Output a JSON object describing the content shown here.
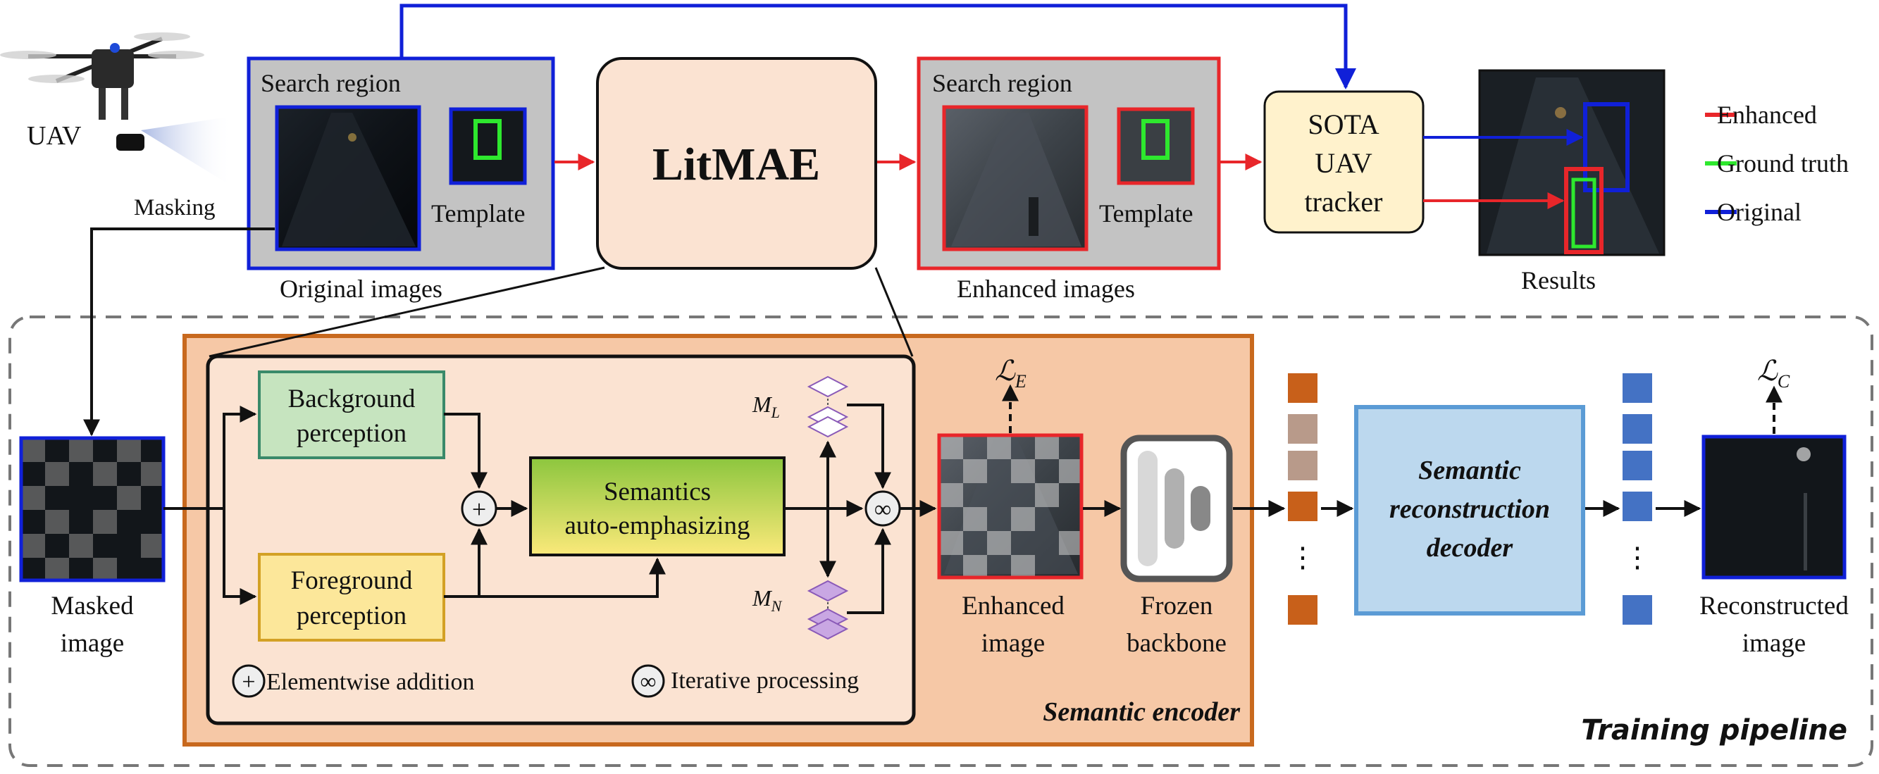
{
  "top": {
    "uav_label": "UAV",
    "masking_label": "Masking",
    "search_region_label": "Search region",
    "template_label": "Template",
    "original_caption": "Original images",
    "litmae_label": "LitMAE",
    "enhanced_search_label": "Search region",
    "enhanced_template_label": "Template",
    "enhanced_caption": "Enhanced images",
    "tracker_lines": [
      "SOTA",
      "UAV",
      "tracker"
    ],
    "results_caption": "Results",
    "legend": [
      {
        "label": "Enhanced",
        "color": "#e8262a"
      },
      {
        "label": "Ground truth",
        "color": "#2ee82e"
      },
      {
        "label": "Original",
        "color": "#1020d8"
      }
    ]
  },
  "pipeline": {
    "title": "Training pipeline",
    "masked_caption": [
      "Masked",
      "image"
    ],
    "background_lines": [
      "Background",
      "perception"
    ],
    "foreground_lines": [
      "Foreground",
      "perception"
    ],
    "plus_glyph": "+",
    "semantics_lines": [
      "Semantics",
      "auto-emphasizing"
    ],
    "infinity_glyph": "∞",
    "ml_symbol": "M",
    "ml_sub": "L",
    "mn_symbol": "M",
    "mn_sub": "N",
    "le_symbol": "ℒ",
    "le_sub": "E",
    "lc_symbol": "ℒ",
    "lc_sub": "C",
    "add_legend": "Elementwise addition",
    "iter_legend": "Iterative processing",
    "encoder_label": "Semantic encoder",
    "enhanced_caption": [
      "Enhanced",
      "image"
    ],
    "backbone_caption": [
      "Frozen",
      "backbone"
    ],
    "decoder_lines": [
      "Semantic",
      "reconstruction",
      "decoder"
    ],
    "reconstructed_caption": [
      "Reconstructed",
      "image"
    ],
    "dots": "⋮"
  },
  "colors": {
    "red": "#e8262a",
    "blue": "#1020d8",
    "green_box": "#2ee82e",
    "orange_border": "#c8691e",
    "encoder_fill": "#f6c8a6",
    "litmae_fill": "#fbe3d2",
    "tracker_fill": "#fff2cc",
    "decoder_fill": "#bcd8ee",
    "decoder_border": "#5b9bd5",
    "token_orange": "#c8601a",
    "token_blue": "#4472c4"
  }
}
